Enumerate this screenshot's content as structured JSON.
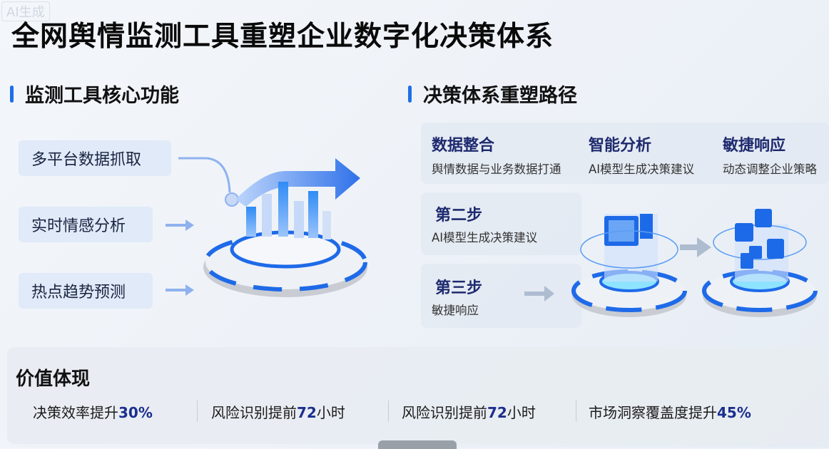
{
  "watermark": "AI生成",
  "title": "全网舆情监测工具重塑企业数字化决策体系",
  "left": {
    "heading": "监测工具核心功能",
    "items": [
      "多平台数据抓取",
      "实时情感分析",
      "热点趋势预测"
    ]
  },
  "right": {
    "heading": "决策体系重塑路径",
    "pillars": [
      {
        "title": "数据整合",
        "desc": "舆情数据与业务数据打通"
      },
      {
        "title": "智能分析",
        "desc": "AI模型生成决策建议"
      },
      {
        "title": "敏捷响应",
        "desc": "动态调整企业策略"
      }
    ],
    "steps": [
      {
        "title": "第二步",
        "desc": "AI模型生成决策建议"
      },
      {
        "title": "第三步",
        "desc": "敏捷响应"
      }
    ]
  },
  "value": {
    "heading": "价值体现",
    "metrics": [
      {
        "text": "决策效率提升",
        "num": "30%"
      },
      {
        "text": "风险识别提前",
        "num": "72",
        "suffix": "小时"
      },
      {
        "text": "风险识别提前",
        "num": "72",
        "suffix": "小时"
      },
      {
        "text": "市场洞察覆盖度提升",
        "num": "45%"
      }
    ]
  },
  "colors": {
    "accent": "#1f6fe6",
    "navy": "#1e2a6e"
  }
}
